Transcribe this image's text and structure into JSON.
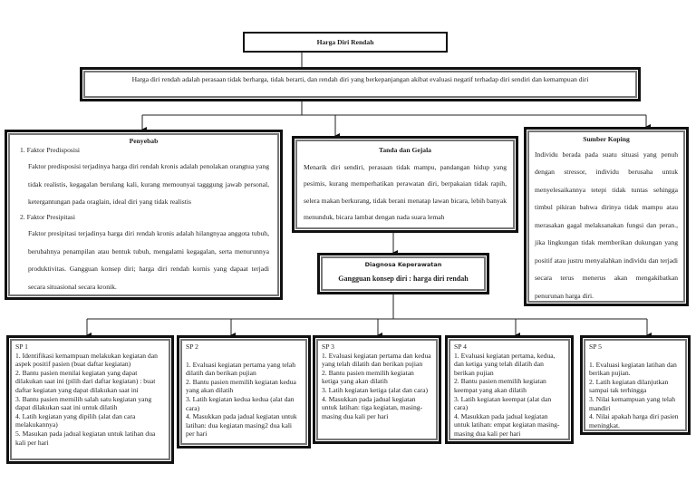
{
  "title": "Harga Diri Rendah",
  "definition": "Harga diri rendah adalah perasaan tidak berharga, tidak berarti, dan rendah diri yang berkepanjangan akibat evaluasi negatif terhadap diri sendiri dan kemampuan diri",
  "penyebab": {
    "heading": "Penyebab",
    "items": [
      {
        "label": "1.   Faktor Predisposisi",
        "text": "Faktor predisposisi terjadinya harga diri rendah kronis adalah penolakan orangtua yang tidak realistis, kegagalan berulang kali, kurang memounyai tagggung jawab personal, ketergantungan pada oraglain, ideal diri yang tidak realistis"
      },
      {
        "label": "2.   Faktor Presipitasi",
        "text": "Faktor presipitasi terjadinya harga diri rendah kronis adalah hilangnyaa anggota tubuh, berubahnya penampilan atau bentuk tubuh, mengalami kegagalan, serta menurunnya produktivitas. Gangguan konsep diri; harga diri rendah kornis yang dapaat terjadi secara situasional secara kronik."
      }
    ]
  },
  "tanda": {
    "heading": "Tanda dan Gejala",
    "text": "Menarik diri sendiri, perasaan tidak mampu, pandangan hidup yang pesimis, kurang memperhatikan perawatan diri, berpakaian tidak rapih, selera makan berkurang, tidak berani menatap lawan bicara, lebih banyak menunduk, bicara lambat dengan nada suara lemah"
  },
  "sumber": {
    "heading": "Sumber Koping",
    "text": "Individu berada pada suatu situasi yang penuh dengan stressor, individu berusaha untuk menyelesaikannya tetepi tidak tuntas sehingga timbul pikiran bahwa dirinya tidak mampu atau merasakan gagal melaksanakan fungsi dan peran., jika lingkungan tidak memberikan dukungan yang positif atau justru menyalahkan individu dan terjadi secara terus menerus akan mengakibatkan penurunan harga diri."
  },
  "diagnosa": {
    "heading": "Diagnosa Keperawatan",
    "text": "Gangguan konsep diri : harga diri rendah"
  },
  "sp": [
    {
      "title": "SP 1",
      "lines": [
        "1. Identifikasi kemampuan melakukan kegiatan dan aspek positif pasien (buat daftar kegiatan)",
        "2. Bantu pasien menilai kegiatan yang dapat dilakukan saat ini (pilih dari daftar kegiatan) : buat daftar kegiatan yang dapat dilakukan saat ini",
        "3. Bantu pasien memilih salah satu kegiatan yang dapat dilakukan saat ini untuk dilatih",
        "4. Latih kegiatan  yang dipilih (alat dan cara melakukannya)",
        "5. Masukan pada jadual kegiatan untuk latihan dua kali per hari"
      ]
    },
    {
      "title": "SP 2",
      "lines": [
        "1. Evaluasi kegiatan pertama yang telah dilatih dan berikan pujian",
        "2. Bantu pasien memilih kegiatan kedua yang akan dilatih",
        "3.  Latih kegiatan kedua kedua (alat dan cara)",
        "4. Masukkan pada jadual kegiatan untuk latihan: dua kegiatan masing2 dua kali per hari"
      ]
    },
    {
      "title": "SP 3",
      "lines": [
        "1. Evaluasi kegiatan pertama dan kedua yang telah dilatih dan berikan pujian",
        "2. Bantu pasien memilih kegiatan ketiga yang akan dilatih",
        "3. Latih kegiatan ketiga (alat dan cara)",
        "4. Masukkan pada jadual kegiatan untuk latihan: tiga kegiatan, masing-masing dua kali per hari"
      ]
    },
    {
      "title": "SP 4",
      "lines": [
        "1. Evaluasi kegiatan pertama, kedua, dan ketiga yang telah dilatih dan berikan pujian",
        "2. Bantu pasien memilih kegiatan keempat yang akan dilatih",
        "3. Latih kegiatan keempat (alat dan cara)",
        "4. Masukkan pada jadual kegiatan untuk latihan: empat kegiatan masing-masing dua kali per hari"
      ]
    },
    {
      "title": "SP 5",
      "lines": [
        "1. Evaluasi kegiatan latihan dan berikan pujian.",
        "2. Latih kegiatan dilanjutkan sampai tak terhingga",
        "3. Nilai kemampuan yang telah mandiri",
        "4. Nilai apakah harga diri pasien meningkat."
      ]
    }
  ]
}
